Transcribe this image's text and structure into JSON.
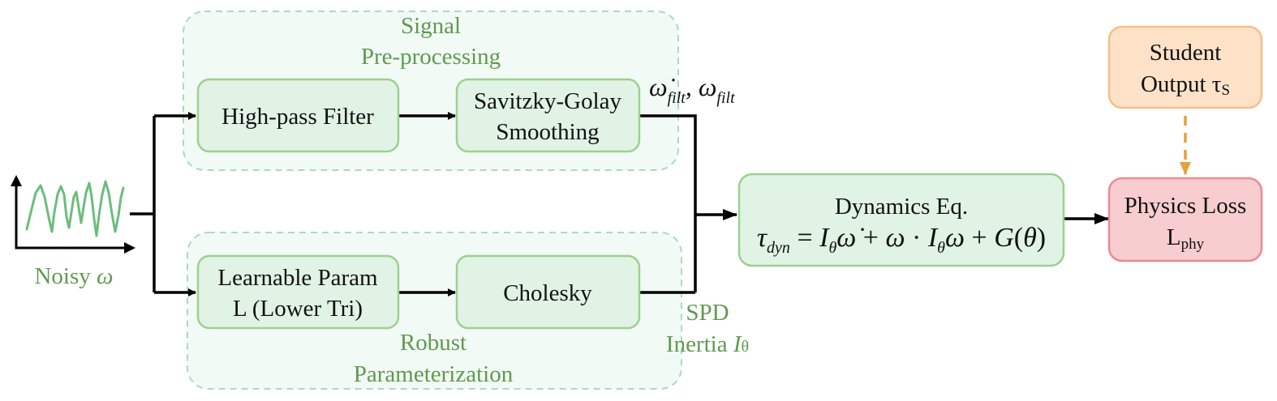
{
  "groups": {
    "signal_preprocessing": {
      "line1": "Signal",
      "line2": "Pre-processing"
    },
    "robust_parameterization": {
      "line1": "Robust",
      "line2": "Parameterization"
    }
  },
  "nodes": {
    "high_pass_filter": {
      "label": "High-pass Filter"
    },
    "savitzky_golay": {
      "line1": "Savitzky-Golay",
      "line2": "Smoothing"
    },
    "learnable_param": {
      "line1": "Learnable Param",
      "line2": "L (Lower Tri)"
    },
    "cholesky": {
      "label": "Cholesky"
    },
    "dynamics": {
      "title": "Dynamics Eq.",
      "tau": "τ",
      "tau_sub": "dyn",
      "eq_sign": " = ",
      "inertia_symbol": "I",
      "inertia_sub": "θ",
      "omega_dot": "ω̇",
      "plus1": " + ",
      "omega": "ω",
      "dot_op": " · ",
      "omega_end": "ω",
      "plus2": " + ",
      "gravity": "G",
      "gravity_paren_open": "(",
      "theta": "θ",
      "gravity_paren_close": ")"
    },
    "student_output": {
      "line1": "Student",
      "line2_prefix": "Output τ",
      "line2_sub": "S"
    },
    "physics_loss": {
      "line1": "Physics Loss",
      "line2_prefix": "L",
      "line2_sub": "phy"
    }
  },
  "signals": {
    "noisy_omega": {
      "prefix": "Noisy ",
      "symbol": "ω"
    },
    "filtered": {
      "omega_dot": "ω̇",
      "sub1": "filt",
      "sep": ", ",
      "omega": "ω",
      "sub2": "filt"
    },
    "spd_inertia": {
      "line1": "SPD",
      "line2_prefix": "Inertia ",
      "symbol": "I",
      "sub": "θ"
    }
  },
  "colors": {
    "group_fill": "#eef8f1",
    "group_border": "#a9dcc0",
    "node_fill": "#e1f3e5",
    "node_border": "#9dd08f",
    "student_fill": "#fde2c8",
    "student_border": "#f4bf8a",
    "loss_fill": "#f7cdd0",
    "loss_border": "#ec8a94",
    "label_green": "#5f9a4f",
    "arrow_dashed": "#e5a13d",
    "wave": "#6cbd7c"
  }
}
